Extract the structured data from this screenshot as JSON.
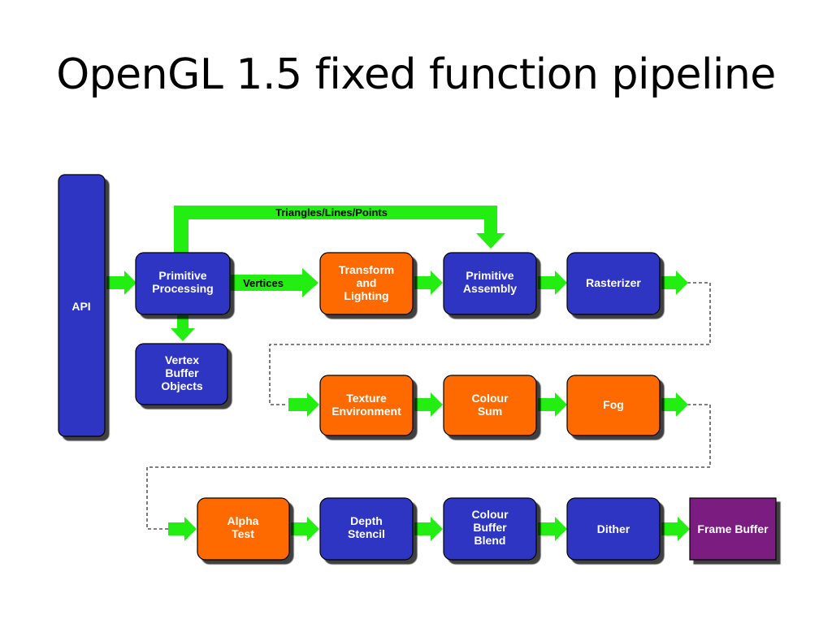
{
  "slide": {
    "title": "OpenGL 1.5 fixed function pipeline"
  },
  "colors": {
    "blue": "#2f36c2",
    "orange": "#ff6a00",
    "purple": "#7a1f80",
    "green": "#22ee11",
    "dashed": "#333333"
  },
  "diagram": {
    "api": "API",
    "primitive_processing": [
      "Primitive",
      "Processing"
    ],
    "vertex_buffer_objects": [
      "Vertex",
      "Buffer",
      "Objects"
    ],
    "transform_lighting": [
      "Transform",
      "and",
      "Lighting"
    ],
    "primitive_assembly": [
      "Primitive",
      "Assembly"
    ],
    "rasterizer": "Rasterizer",
    "texture_environment": [
      "Texture",
      "Environment"
    ],
    "colour_sum": [
      "Colour",
      "Sum"
    ],
    "fog": "Fog",
    "alpha_test": [
      "Alpha",
      "Test"
    ],
    "depth_stencil": [
      "Depth",
      "Stencil"
    ],
    "colour_buffer_blend": [
      "Colour",
      "Buffer",
      "Blend"
    ],
    "dither": "Dither",
    "frame_buffer": "Frame Buffer",
    "vertices_label": "Vertices",
    "triangles_label": "Triangles/Lines/Points"
  }
}
